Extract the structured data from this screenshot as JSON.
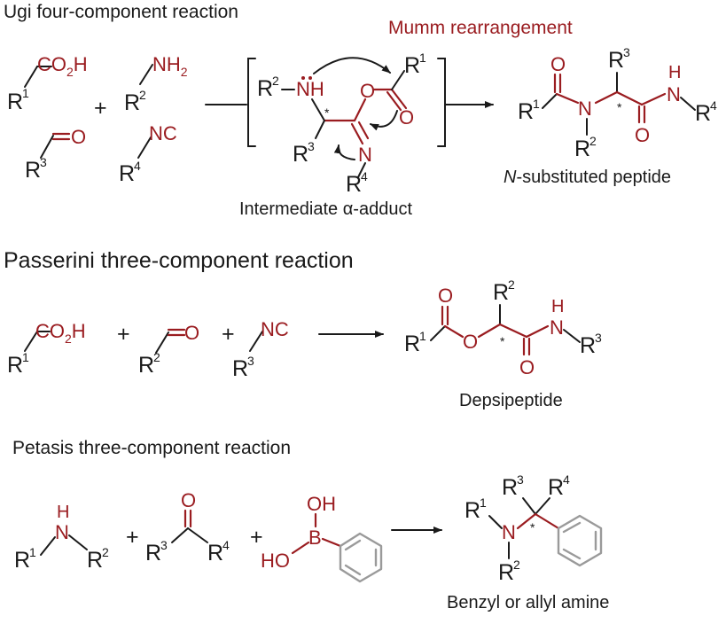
{
  "titles": {
    "ugi": "Ugi four-component reaction",
    "passerini": "Passerini three-component reaction",
    "petasis": "Petasis three-component reaction"
  },
  "captions": {
    "mumm": "Mumm rearrangement",
    "alpha_adduct_prefix": "Intermediate ",
    "alpha": "α",
    "alpha_adduct_suffix": "-adduct",
    "peptide_italic": "N",
    "peptide_rest": "-substituted peptide",
    "depsipeptide": "Depsipeptide",
    "amine": "Benzyl or allyl amine"
  },
  "labels": {
    "co2h_1": "CO",
    "co2h_sub": "2",
    "co2h_h": "H",
    "nh2": "NH",
    "nh2_sub": "2",
    "nh": "NH",
    "n": "N",
    "h": "H",
    "o": "O",
    "nc": "NC",
    "oh": "OH",
    "ho": "HO",
    "b": "B",
    "r": "R",
    "s1": "1",
    "s2": "2",
    "s3": "3",
    "s4": "4",
    "plus": "+",
    "star": "*"
  },
  "colors": {
    "accent": "#9a1c20",
    "ink": "#1a1a1a",
    "ring": "#9a9a9a"
  }
}
